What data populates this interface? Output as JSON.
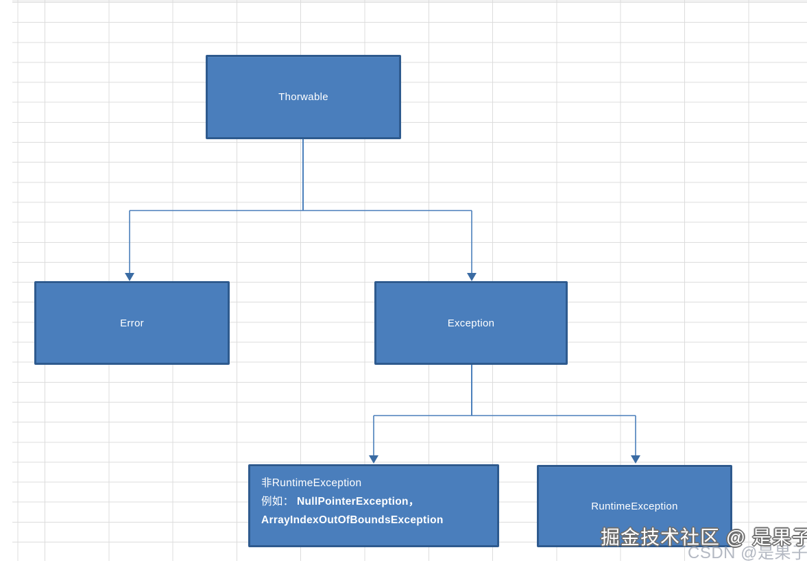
{
  "colors": {
    "canvas_bg": "#ffffff",
    "grid_line": "#dcdcdc",
    "node_fill": "#4a7ebc",
    "node_border": "#2e5a8e",
    "node_text": "#ffffff",
    "connector": "#4a7fbb",
    "arrow": "#3a6ba3",
    "watermark_csdn": "#b3b8c2"
  },
  "diagram": {
    "type": "flowchart",
    "description": "Java exception class hierarchy drawn over a spreadsheet grid",
    "nodes": [
      {
        "id": "throwable",
        "label": "Thorwable"
      },
      {
        "id": "error",
        "label": "Error"
      },
      {
        "id": "exception",
        "label": "Exception"
      },
      {
        "id": "non-runtime-exception",
        "line1": "非RuntimeException",
        "line2_prefix": "例如： ",
        "line2_bold": "NullPointerException，",
        "line3_bold": "ArrayIndexOutOfBoundsException"
      },
      {
        "id": "runtime-exception",
        "label": "RuntimeException"
      }
    ],
    "edges": [
      {
        "from": "Thorwable",
        "to": "Error"
      },
      {
        "from": "Thorwable",
        "to": "Exception"
      },
      {
        "from": "Exception",
        "to": "非RuntimeException"
      },
      {
        "from": "Exception",
        "to": "RuntimeException"
      }
    ]
  },
  "watermarks": {
    "juejin": "掘金技术社区 @ 是果子a",
    "csdn": "CSDN @是果子a"
  }
}
